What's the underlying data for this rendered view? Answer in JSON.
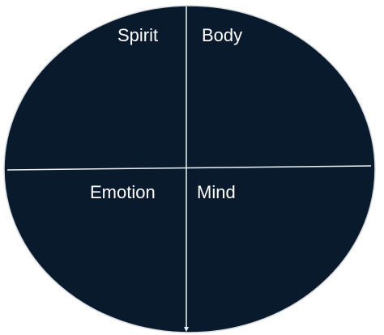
{
  "diagram": {
    "quadrants": {
      "top_left": "Spirit",
      "top_right": "Body",
      "bottom_left": "Emotion",
      "bottom_right": "Mind"
    },
    "colors": {
      "circle_fill": "#091a2c",
      "circle_stroke": "#d7dbe0",
      "axis_line": "#eef2f6",
      "label_text": "#ffffff"
    }
  }
}
